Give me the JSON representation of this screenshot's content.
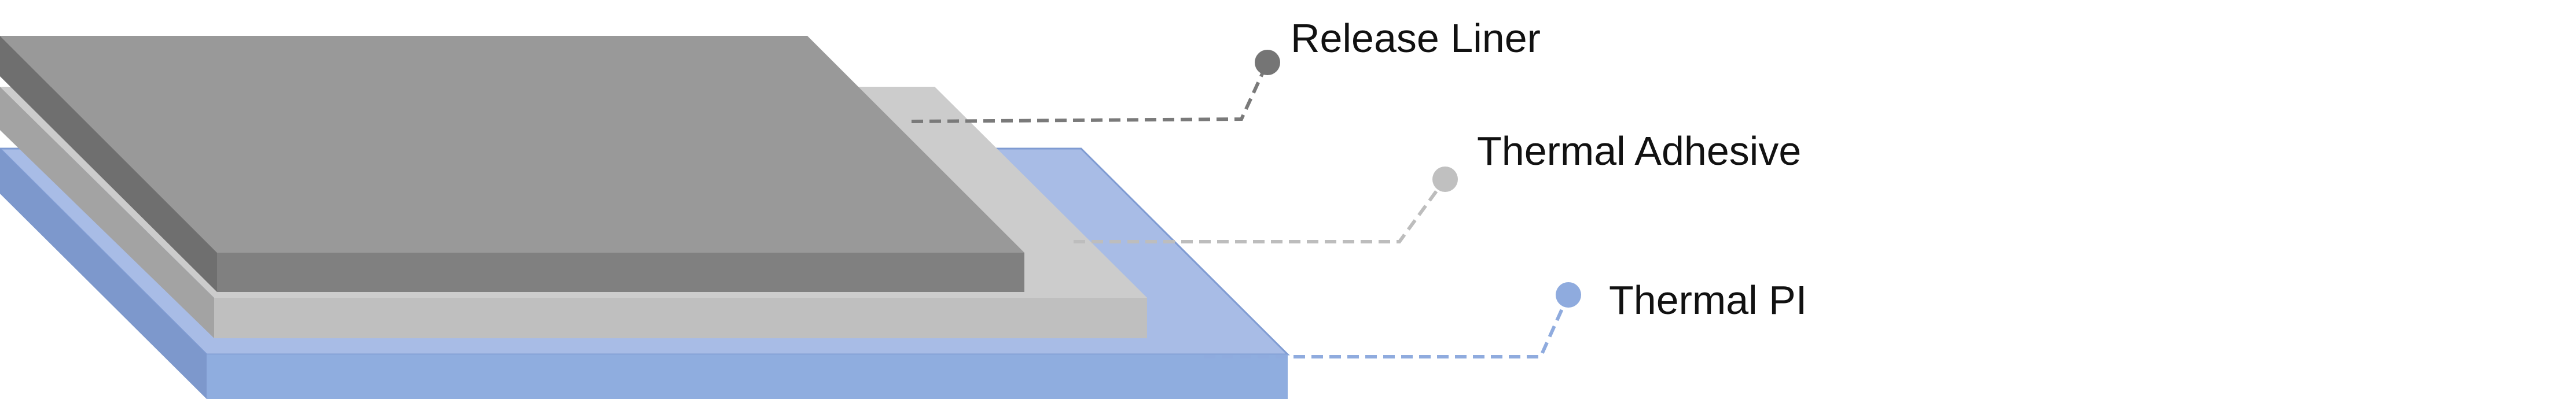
{
  "diagram": {
    "layers": [
      {
        "id": "release-liner",
        "label": "Release Liner",
        "color": "#999999",
        "side_color": "#6f6f6f",
        "dot_color": "#757575"
      },
      {
        "id": "thermal-adhesive",
        "label": "Thermal Adhesive",
        "color": "#cccccc",
        "side_color": "#bfbfbf",
        "dot_color": "#c0c0c0"
      },
      {
        "id": "thermal-pi",
        "label": "Thermal PI",
        "color": "#a8bce6",
        "side_color": "#8faddf",
        "dot_color": "#8fabde"
      }
    ]
  }
}
